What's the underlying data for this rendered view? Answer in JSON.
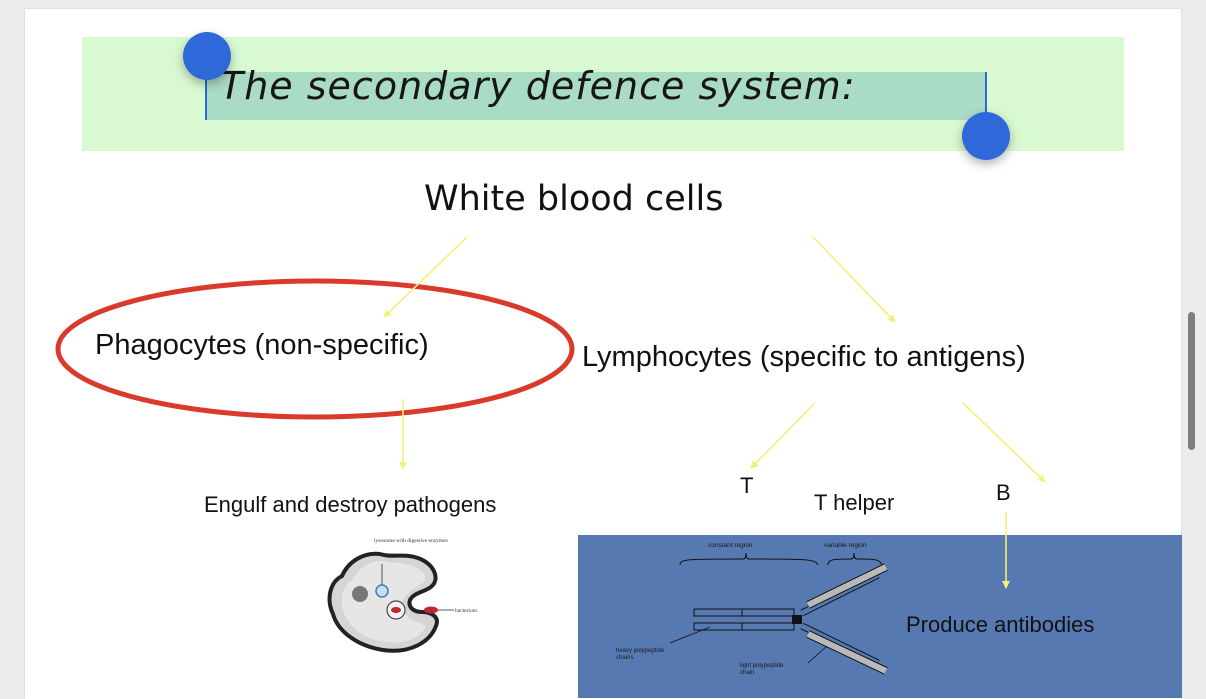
{
  "slide": {
    "title": "The secondary defence system:",
    "root": "White blood cells",
    "left_branch": "Phagocytes (non-specific)",
    "right_branch": "Lymphocytes (specific to antigens)",
    "left_result": "Engulf and destroy pathogens",
    "t_label": "T",
    "t_helper_label": "T helper",
    "b_label": "B",
    "b_result": "Produce antibodies"
  },
  "phagocyte_figure": {
    "label_enzymes": "lysosome with digestive enzymes",
    "label_bacterium": "bacterium"
  },
  "antibody_figure": {
    "constant_region": "constant region",
    "variable_region": "variable region",
    "heavy_chains": "heavy polypeptide chains",
    "light_chain": "light polypeptide chain"
  },
  "colors": {
    "title_band": "#d9f9d0",
    "selection": "#aadbc6",
    "handle": "#2f68d8",
    "arrow": "#f4f07a",
    "ellipse": "#d93a2b",
    "figure_bg": "#5779b2"
  }
}
